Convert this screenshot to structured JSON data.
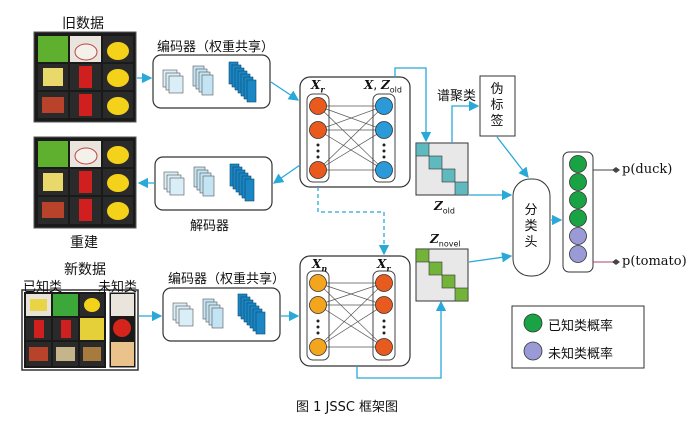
{
  "figure": {
    "caption": "图 1   JSSC 框架图"
  },
  "blocks": {
    "old_data_title": "旧数据",
    "reconstruct_title": "重建",
    "new_data_title": "新数据",
    "known_class": "已知类",
    "unknown_class": "未知类",
    "encoder_top": "编码器（权重共享）",
    "encoder_bottom": "编码器（权重共享）",
    "decoder": "解码器",
    "spectral_cluster": "谱聚类",
    "pseudo_label": "伪标签",
    "classifier": "分类头"
  },
  "math_labels": {
    "xr_top": "X",
    "xr_top_sub": "r",
    "xz_old": "X",
    "xz_old_z": "Z",
    "xz_old_sub": "old",
    "xn": "X",
    "xn_sub": "n",
    "xr_bottom": "X",
    "xr_bottom_sub": "r",
    "z_old": "Z",
    "z_old_sub": "old",
    "z_novel": "Z",
    "z_novel_sub": "novel"
  },
  "outputs": {
    "duck": "p(duck)",
    "tomato": "p(tomato)"
  },
  "legend": {
    "known_prob": "已知类概率",
    "unknown_prob": "未知类概率"
  },
  "colors": {
    "arrow": "#29a9d8",
    "node_orange": "#e85a1e",
    "node_blue": "#2a9ad8",
    "node_yellow": "#f3a51d",
    "node_green": "#1aa344",
    "node_purple": "#9a9ad6",
    "teal_block": "#5fb9bf",
    "green_block": "#74b33a",
    "feature_blue": "#1b86c4"
  }
}
